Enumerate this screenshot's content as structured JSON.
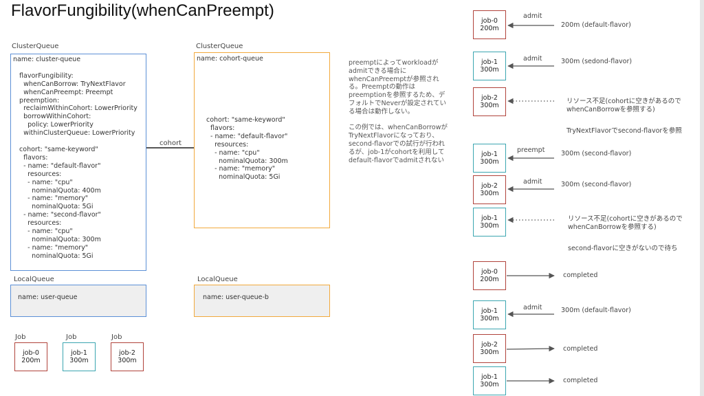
{
  "title": "FlavorFungibility(whenCanPreempt)",
  "cq1": {
    "label": "ClusterQueue",
    "content": "name: cluster-queue\n\n   flavorFungibility:\n     whenCanBorrow: TryNextFlavor\n     whenCanPreempt: Preempt\n   preemption:\n     reclaimWithinCohort: LowerPriority\n     borrowWithinCohort:\n       policy: LowerPriority\n     withinClusterQueue: LowerPriority\n\n   cohort: \"same-keyword\"\n     flavors:\n     - name: \"default-flavor\"\n       resources:\n       - name: \"cpu\"\n         nominalQuota: 400m\n       - name: \"memory\"\n         nominalQuota: 5Gi\n     - name: \"second-flavor\"\n       resources:\n       - name: \"cpu\"\n         nominalQuota: 300m\n       - name: \"memory\"\n         nominalQuota: 5Gi"
  },
  "cohort_label": "cohort",
  "cq2": {
    "label": "ClusterQueue",
    "name": "name: cohort-queue",
    "content": "cohort: \"same-keyword\"\n  flavors:\n  - name: \"default-flavor\"\n    resources:\n    - name: \"cpu\"\n      nominalQuota: 300m\n    - name: \"memory\"\n      nominalQuota: 5Gi"
  },
  "lq1": {
    "label": "LocalQueue",
    "content": "name: user-queue"
  },
  "lq2": {
    "label": "LocalQueue",
    "content": "name: user-queue-b"
  },
  "jobs": [
    {
      "label": "Job",
      "text": "job-0\n200m"
    },
    {
      "label": "Job",
      "text": "job-1\n300m"
    },
    {
      "label": "Job",
      "text": "job-2\n300m"
    }
  ],
  "note": "preemptによってworkloadが\nadmitできる場合に\nwhenCanPreemptが参照され\nる。Preemptの動作は\npreemptionを参照するため、デ\nフォルトでNeverが設定されてい\nる場合は動作しない。\n\nこの例では、whenCanBorrowが\nTryNextFlavorになっており、\nsecond-flavorでの試行が行われ\nるが、job-1がcohortを利用して\ndefault-flavorでadmitされない",
  "timeline": [
    {
      "job": "job-0\n200m",
      "arrow_label": "admit",
      "text": "200m (default-flavor)"
    },
    {
      "job": "job-1\n300m",
      "arrow_label": "admit",
      "text": "300m (sedond-flavor)"
    },
    {
      "job": "job-2\n300m",
      "arrow_label": "",
      "text": "リソース不足(cohortに空きがあるので\nwhenCanBorrowを参照する)"
    },
    {
      "job": "",
      "arrow_label": "",
      "text": "TryNextFlavorでsecond-flavorを参照"
    },
    {
      "job": "job-1\n300m",
      "arrow_label": "preempt",
      "text": "300m (second-flavor)"
    },
    {
      "job": "job-2\n300m",
      "arrow_label": "admit",
      "text": "300m (second-flavor)"
    },
    {
      "job": "job-1\n300m",
      "arrow_label": "",
      "text": "リソース不足(cohortに空きがあるので\nwhenCanBorrowを参照する)"
    },
    {
      "job": "",
      "arrow_label": "",
      "text": "second-flavorに空きがないので待ち"
    },
    {
      "job": "job-0\n200m",
      "arrow_label": "",
      "text": "completed"
    },
    {
      "job": "job-1\n300m",
      "arrow_label": "admit",
      "text": "300m (default-flavor)"
    },
    {
      "job": "job-2\n300m",
      "arrow_label": "",
      "text": "completed"
    },
    {
      "job": "job-1\n300m",
      "arrow_label": "",
      "text": "completed"
    }
  ]
}
